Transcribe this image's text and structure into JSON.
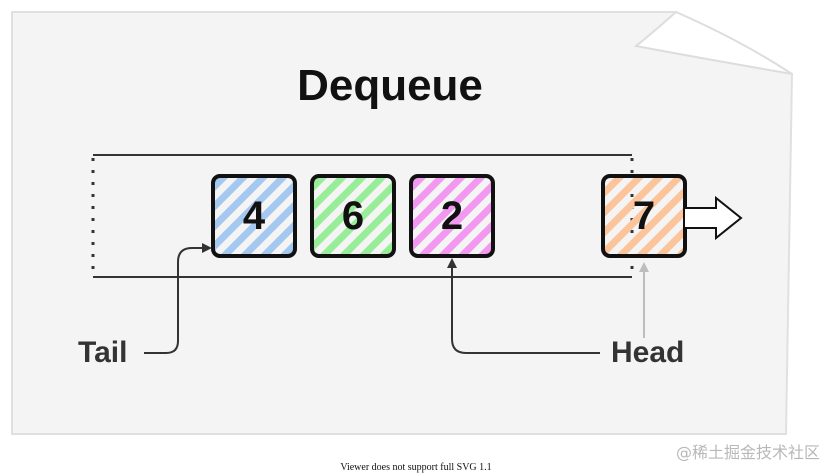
{
  "diagram": {
    "title": "Dequeue",
    "nodes": [
      {
        "value": "4",
        "fill": "#a4c8f0"
      },
      {
        "value": "6",
        "fill": "#98ee98"
      },
      {
        "value": "2",
        "fill": "#f398f0"
      },
      {
        "value": "7",
        "fill": "#fcc49a"
      }
    ],
    "labels": {
      "tail": "Tail",
      "head": "Head"
    }
  },
  "footer": {
    "watermark": "@稀土掘金技术社区",
    "viewer_note": "Viewer does not support full SVG 1.1"
  }
}
